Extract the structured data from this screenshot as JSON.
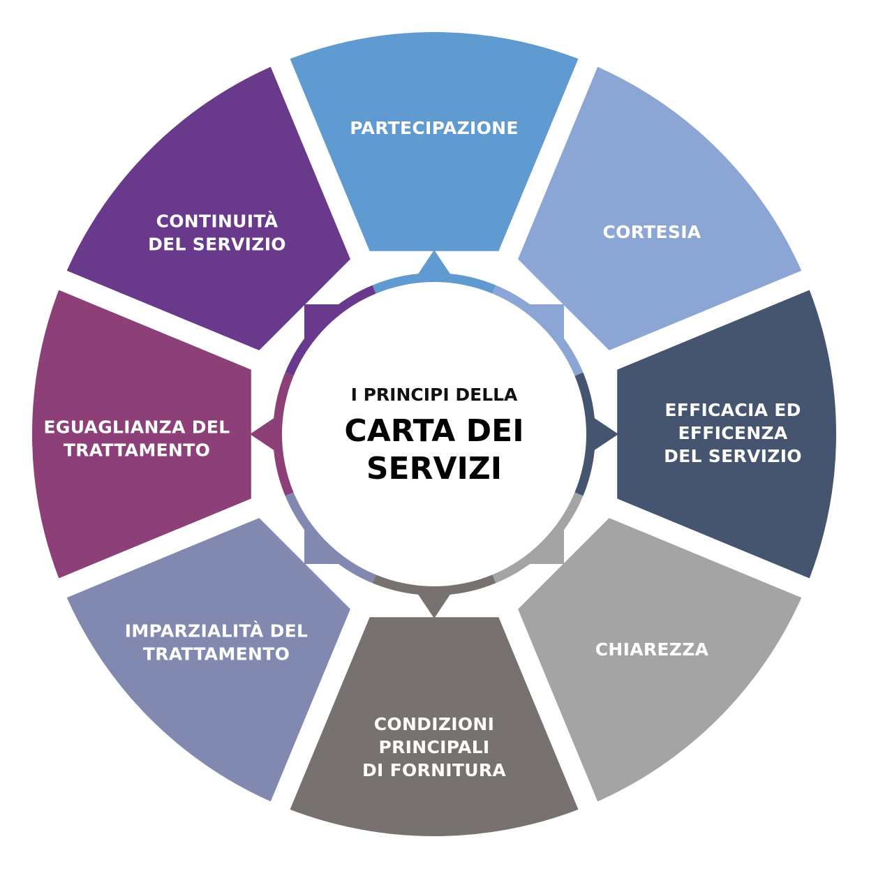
{
  "center": {
    "line1": "I PRINCIPI DELLA",
    "line2": "CARTA DEI",
    "line3": "SERVIZI"
  },
  "segments": [
    {
      "id": "partecipazione",
      "lines": [
        "PARTECIPAZIONE"
      ],
      "color": "#5f9bd0"
    },
    {
      "id": "cortesia",
      "lines": [
        "CORTESIA"
      ],
      "color": "#8ba6d4"
    },
    {
      "id": "efficacia",
      "lines": [
        "EFFICACIA ED",
        "EFFICENZA",
        "DEL SERVIZIO"
      ],
      "color": "#46556f"
    },
    {
      "id": "chiarezza",
      "lines": [
        "CHIAREZZA"
      ],
      "color": "#a4a4a4"
    },
    {
      "id": "condizioni",
      "lines": [
        "CONDIZIONI",
        "PRINCIPALI",
        "DI FORNITURA"
      ],
      "color": "#77716f"
    },
    {
      "id": "imparzialita",
      "lines": [
        "IMPARZIALITÀ DEL",
        "TRATTAMENTO"
      ],
      "color": "#8289b0"
    },
    {
      "id": "eguaglianza",
      "lines": [
        "EGUAGLIANZA DEL",
        "TRATTAMENTO"
      ],
      "color": "#8c4077"
    },
    {
      "id": "continuita",
      "lines": [
        "CONTINUITÀ",
        "DEL SERVIZIO"
      ],
      "color": "#69398b"
    }
  ]
}
